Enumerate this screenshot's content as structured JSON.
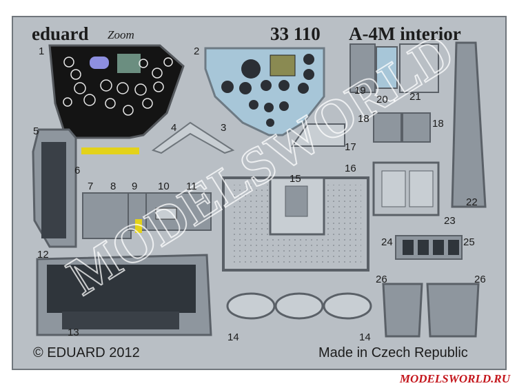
{
  "fret": {
    "brand": "eduard",
    "series": "Zoom",
    "set_number": "33 110",
    "set_title": "A-4M interior",
    "copyright": "© EDUARD 2012",
    "origin": "Made in Czech Republic"
  },
  "part_numbers": [
    "1",
    "2",
    "3",
    "4",
    "5",
    "6",
    "7",
    "8",
    "9",
    "10",
    "11",
    "12",
    "13",
    "14",
    "14",
    "15",
    "16",
    "17",
    "18",
    "18",
    "19",
    "20",
    "21",
    "22",
    "23",
    "24",
    "25",
    "26",
    "26"
  ],
  "watermark": {
    "text": "MODELSWORLD",
    "site": "MODELSWORLD.RU"
  },
  "colors": {
    "metal": "#b9bfc5",
    "panel_black": "#141414",
    "panel_blue": "#a7c6d8",
    "accent_yellow": "#e3d21a",
    "watermark_red": "#c4161c"
  }
}
